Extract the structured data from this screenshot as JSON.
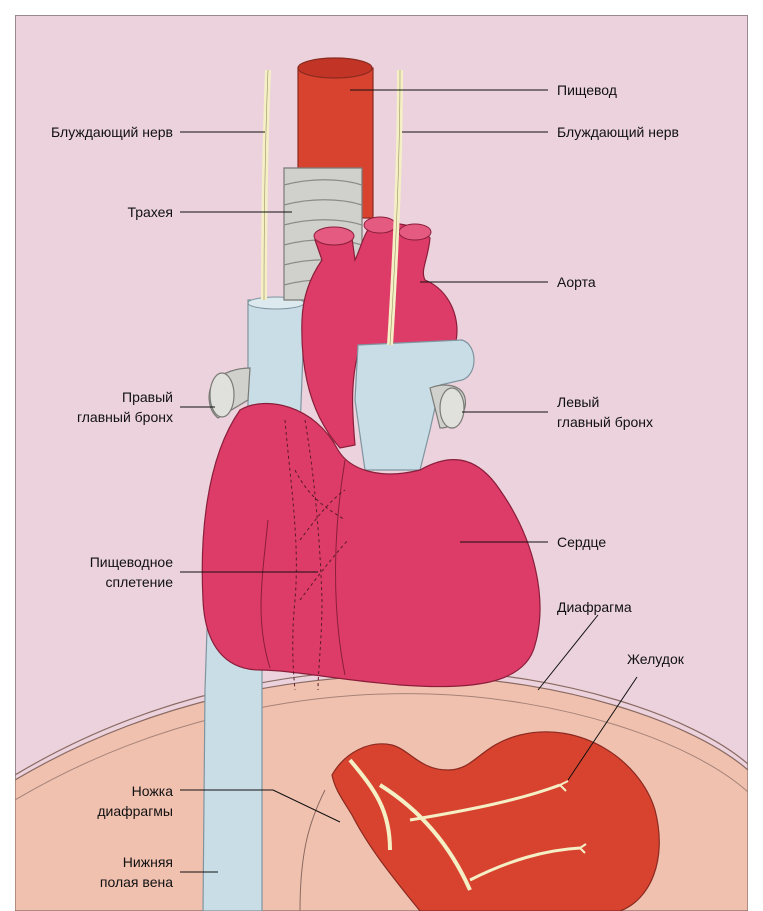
{
  "colors": {
    "background": "#ebd2dc",
    "organ_heart": "#de3c68",
    "organ_esophagus": "#d8432f",
    "organ_stomach": "#d8432f",
    "bronchus_trachea": "#d0d0cc",
    "vena_cava": "#c9dde6",
    "diaphragm_abdomen": "#f1c1b0",
    "nerve": "#f5efc6",
    "leader_line": "#111111"
  },
  "labels": {
    "esophagus": "Пищевод",
    "vagus_left": "Блуждающий нерв",
    "vagus_right": "Блуждающий нерв",
    "trachea": "Трахея",
    "aorta": "Аорта",
    "right_bronchus": [
      "Правый",
      "главный бронх"
    ],
    "left_bronchus": [
      "Левый",
      "главный бронх"
    ],
    "heart": "Сердце",
    "esophageal_plexus": [
      "Пищеводное",
      "сплетение"
    ],
    "diaphragm": "Диафрагма",
    "stomach": "Желудок",
    "diaphragm_crus": [
      "Ножка",
      "диафрагмы"
    ],
    "inferior_vena_cava": [
      "Нижняя",
      "полая вена"
    ]
  }
}
